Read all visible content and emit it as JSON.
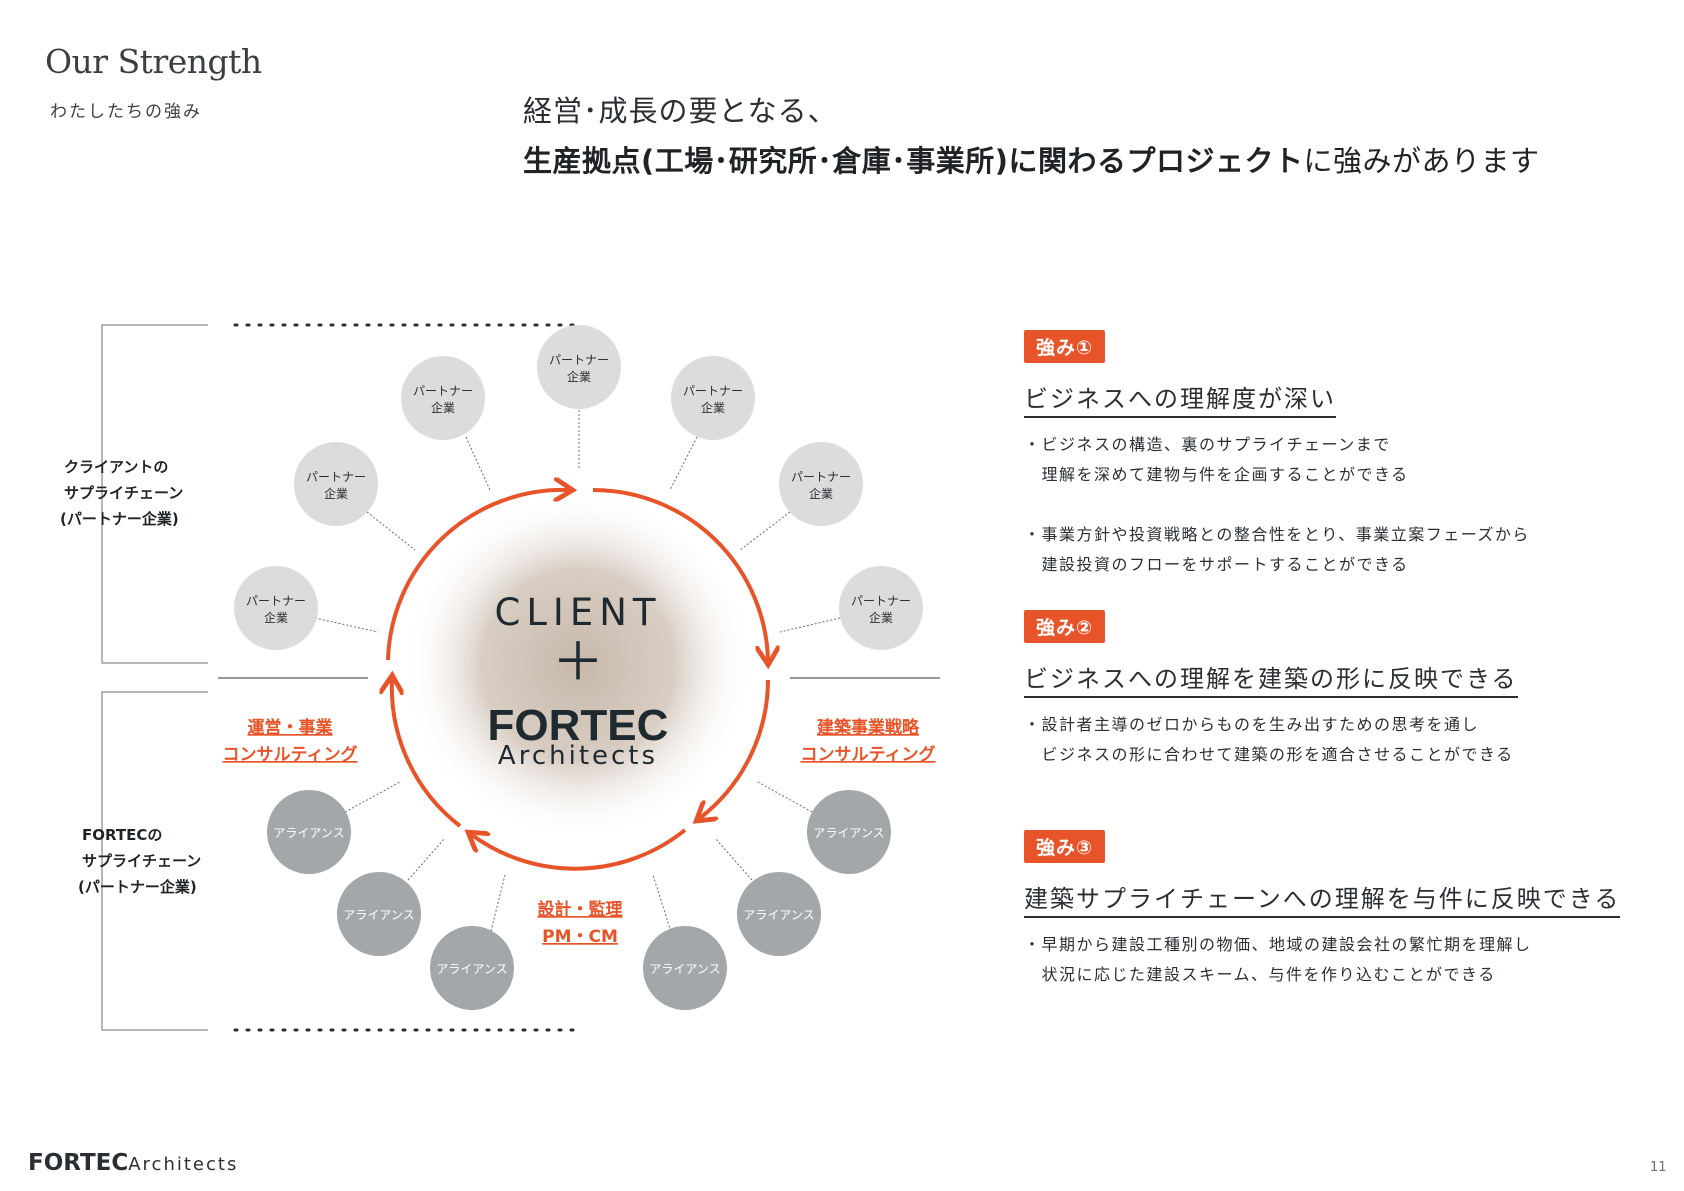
{
  "header": {
    "title": "Our Strength",
    "subtitle": "わたしたちの強み"
  },
  "lead": {
    "line1": "経営･成長の要となる、",
    "line2_bold": "生産拠点(工場･研究所･倉庫･事業所)に関わるプロジェクト",
    "line2_rest": "に強みがあります"
  },
  "diagram": {
    "center_top": "CLIENT",
    "center_plus": "＋",
    "center_brand": "FORTEC",
    "center_brand_sub": "Architects",
    "partner_label": "パートナー",
    "partner_label2": "企業",
    "alliance_label": "アライアンス",
    "client_chain": [
      "クライアントの",
      "サプライチェーン",
      "(パートナー企業)"
    ],
    "fortec_chain": [
      "FORTECの",
      "サプライチェーン",
      "(パートナー企業)"
    ],
    "left_service": [
      "運営・事業",
      "コンサルティング"
    ],
    "right_service": [
      "建築事業戦略",
      "コンサルティング"
    ],
    "bottom_service": [
      "設計・監理",
      "PM・CM"
    ],
    "colors": {
      "accent": "#e8542a",
      "partner": "#dcdcdc",
      "alliance": "#a3a7aa",
      "center": "#cbbfb3"
    }
  },
  "strengths": [
    {
      "badge": "強み①",
      "heading": "ビジネスへの理解度が深い",
      "body": "・ビジネスの構造、裏のサプライチェーンまで\n　理解を深めて建物与件を企画することができる\n\n・事業方針や投資戦略との整合性をとり、事業立案フェーズから\n　建設投資のフローをサポートすることができる"
    },
    {
      "badge": "強み②",
      "heading": "ビジネスへの理解を建築の形に反映できる",
      "body": "・設計者主導のゼロからものを生み出すための思考を通し\n　ビジネスの形に合わせて建築の形を適合させることができる"
    },
    {
      "badge": "強み③",
      "heading": "建築サプライチェーンへの理解を与件に反映できる",
      "body": "・早期から建設工種別の物価、地域の建設会社の繁忙期を理解し\n　状況に応じた建設スキーム、与件を作り込むことができる"
    }
  ],
  "footer": {
    "brand": "FORTEC",
    "brand_sub": "Architects",
    "page": "11"
  }
}
